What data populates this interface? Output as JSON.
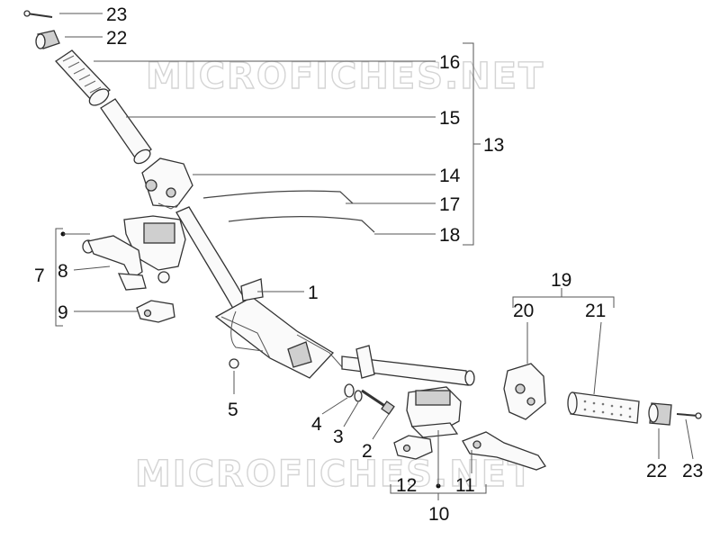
{
  "watermarks": [
    "MICROFICHES.NET",
    "MICROFICHES.NET"
  ],
  "callouts": {
    "c23a": "23",
    "c22a": "22",
    "c16": "16",
    "c15": "15",
    "c13": "13",
    "c14": "14",
    "c17": "17",
    "c18": "18",
    "c7": "7",
    "c8": "8",
    "c9": "9",
    "c1": "1",
    "c19": "19",
    "c20": "20",
    "c21": "21",
    "c5": "5",
    "c4": "4",
    "c3": "3",
    "c2": "2",
    "c12": "12",
    "c11": "11",
    "c10": "10",
    "c22b": "22",
    "c23b": "23"
  }
}
